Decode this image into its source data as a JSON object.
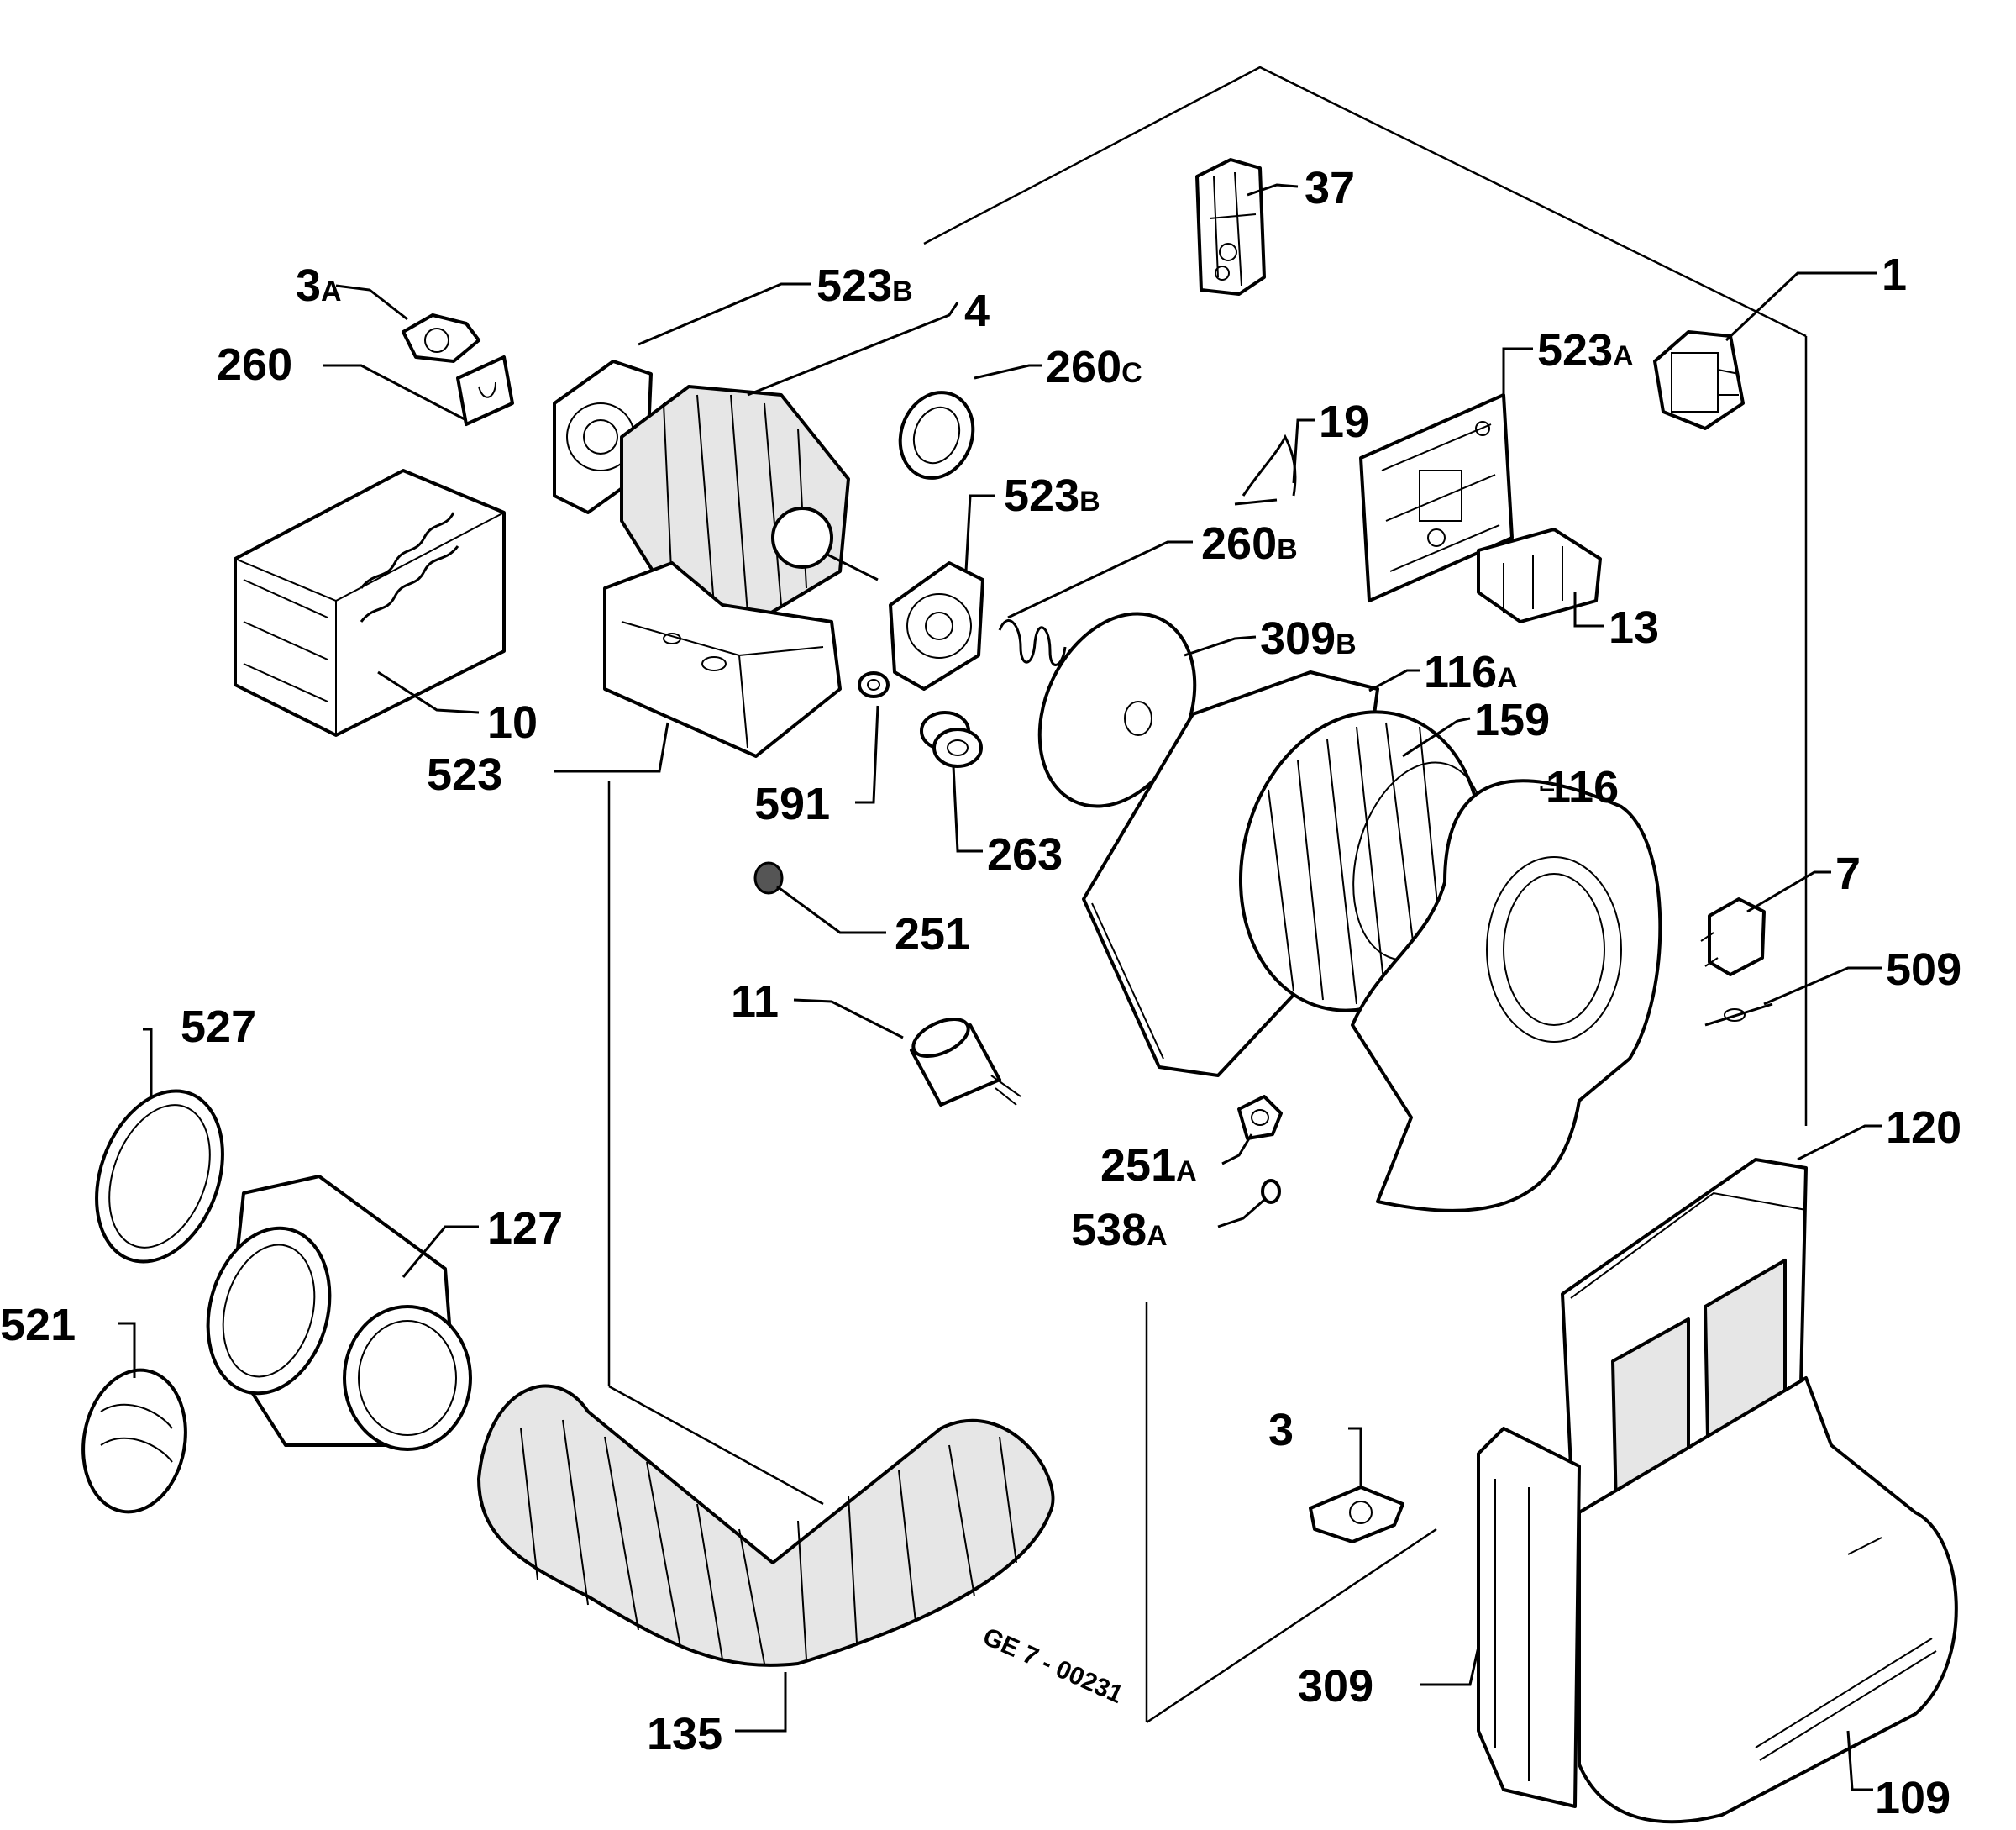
{
  "labels": {
    "p1": "1",
    "p3": "3",
    "p3a_num": "3",
    "p3a_letter": "A",
    "p4": "4",
    "p7": "7",
    "p10": "10",
    "p11": "11",
    "p13": "13",
    "p19": "19",
    "p37": "37",
    "p109": "109",
    "p116": "116",
    "p116a_num": "116",
    "p116a_letter": "A",
    "p120": "120",
    "p127": "127",
    "p135": "135",
    "p159": "159",
    "p251": "251",
    "p251a_num": "251",
    "p251a_letter": "A",
    "p260": "260",
    "p260b_num": "260",
    "p260b_letter": "B",
    "p260c_num": "260",
    "p260c_letter": "C",
    "p263": "263",
    "p309": "309",
    "p309b_num": "309",
    "p309b_letter": "B",
    "p509": "509",
    "p521": "521",
    "p523": "523",
    "p523a_num": "523",
    "p523a_letter": "A",
    "p523b_top_num": "523",
    "p523b_top_letter": "B",
    "p523b_mid_num": "523",
    "p523b_mid_letter": "B",
    "p527": "527",
    "p538a_num": "538",
    "p538a_letter": "A",
    "p591": "591"
  },
  "reference_code": "GE 7 - 00231"
}
